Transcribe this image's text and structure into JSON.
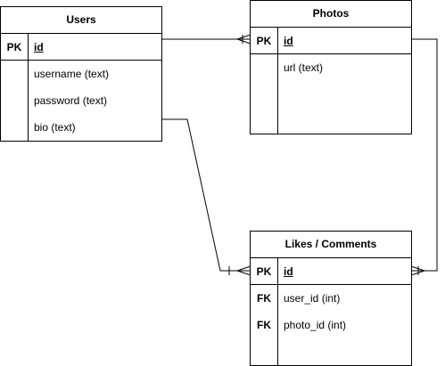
{
  "diagram": {
    "entities": {
      "users": {
        "title": "Users",
        "pk_key": "PK",
        "pk_field": "id",
        "fields": [
          "username (text)",
          "password (text)",
          "bio (text)"
        ]
      },
      "photos": {
        "title": "Photos",
        "pk_key": "PK",
        "pk_field": "id",
        "fields": [
          "url (text)"
        ]
      },
      "likes": {
        "title": "Likes / Comments",
        "pk_key": "PK",
        "pk_field": "id",
        "fk_rows": [
          {
            "key": "FK",
            "field": "user_id (int)"
          },
          {
            "key": "FK",
            "field": "photo_id (int)"
          }
        ]
      }
    },
    "relationships": [
      {
        "from": "Users",
        "to": "Photos",
        "from_end": "one",
        "to_end": "one-or-many"
      },
      {
        "from": "Users",
        "to": "Likes / Comments",
        "from_end": "one",
        "to_end": "one-or-many"
      },
      {
        "from": "Photos",
        "to": "Likes / Comments",
        "from_end": "one",
        "to_end": "one-or-many"
      }
    ],
    "line_color": "#000000"
  }
}
